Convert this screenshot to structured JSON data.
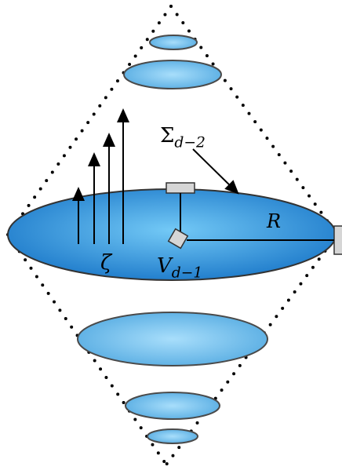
{
  "labels": {
    "sigma": "Σ",
    "sigma_sub": "d−2",
    "radius": "R",
    "zeta": "ζ",
    "volume": "V",
    "volume_sub": "d−1"
  },
  "colors": {
    "disk_dark": "#1f7fcf",
    "disk_light": "#6cc6f5",
    "small_disk_dark": "#5ab2e8",
    "small_disk_light": "#a6dcfb",
    "outline": "#4a4a4a",
    "box_fill": "#d6d6d6"
  }
}
